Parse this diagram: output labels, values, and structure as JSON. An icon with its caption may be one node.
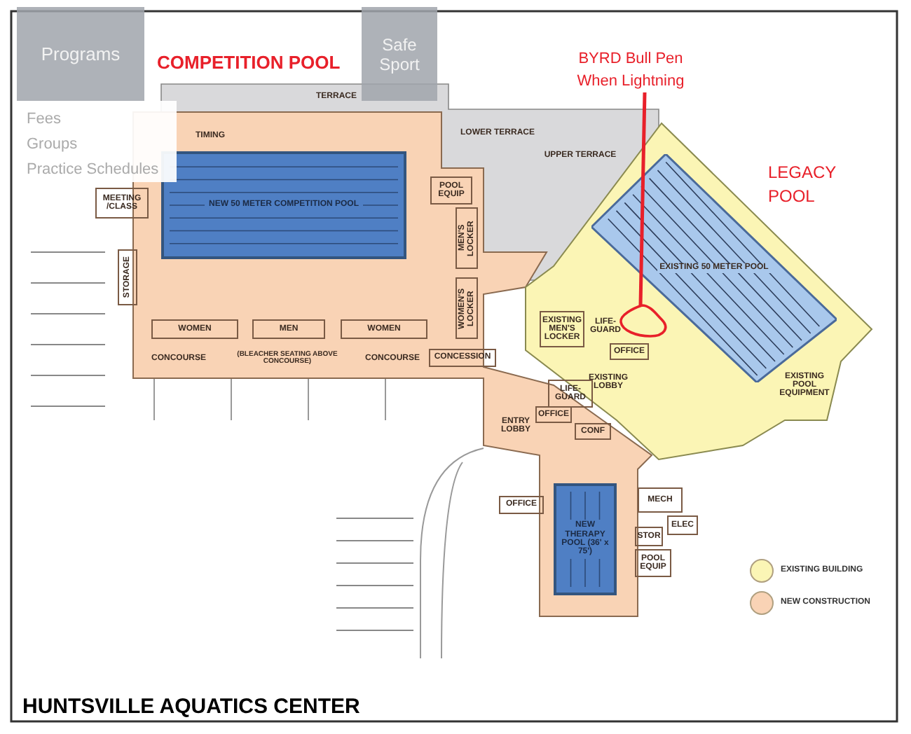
{
  "diagram": {
    "title": "HUNTSVILLE AQUATICS CENTER",
    "nodes": [
      {
        "text": [
          "Programs"
        ]
      },
      {
        "text": [
          "Fees",
          "Groups",
          "Practice Schedules"
        ]
      },
      {
        "text": [
          "Safe Sport"
        ]
      },
      {
        "text": [
          "TERRACE"
        ]
      },
      {
        "text": [
          "TIMING"
        ]
      },
      {
        "text": [
          "MEETING /CLASS"
        ]
      },
      {
        "text": [
          "NEW 50 METER COMPETITION POOL"
        ]
      },
      {
        "text": [
          "LOWER TERRACE"
        ]
      },
      {
        "text": [
          "UPPER TERRACE"
        ]
      },
      {
        "text": [
          "POOL EQUIP"
        ]
      },
      {
        "text": [
          "MEN'S LOCKER"
        ]
      },
      {
        "text": [
          "STORAGE"
        ]
      },
      {
        "text": [
          "WOMEN'S LOCKER"
        ]
      },
      {
        "text": [
          "WOMEN"
        ]
      },
      {
        "text": [
          "MEN"
        ]
      },
      {
        "text": [
          "WOMEN"
        ]
      },
      {
        "text": [
          "CONCOURSE"
        ]
      },
      {
        "text": [
          "(BLEACHER SEATING ABOVE CONCOURSE)"
        ]
      },
      {
        "text": [
          "CONCOURSE"
        ]
      },
      {
        "text": [
          "CONCESSION"
        ]
      },
      {
        "text": [
          "BYRD Bull Pen When Lightning"
        ]
      },
      {
        "text": [
          "EXISTING 50 METER POOL"
        ]
      },
      {
        "text": [
          "EXISTING MEN'S LOCKER"
        ]
      },
      {
        "text": [
          "LIFE-GUARD"
        ]
      },
      {
        "text": [],
        "shape": "circle"
      },
      {
        "text": [
          "OFFICE"
        ]
      },
      {
        "text": [
          "EXISTING LOBBY"
        ]
      },
      {
        "text": [
          "EXISTING POOL EQUIPMENT"
        ]
      },
      {
        "text": [
          "LIFE-GUARD"
        ]
      },
      {
        "text": [
          "OFFICE"
        ]
      },
      {
        "text": [
          "ENTRY LOBBY"
        ]
      },
      {
        "text": [
          "CONF"
        ]
      },
      {
        "text": [
          "MECH"
        ]
      },
      {
        "text": [
          "ELEC"
        ]
      },
      {
        "text": [
          "OFFICE"
        ]
      },
      {
        "text": [
          "NEW THERAPY POOL (36' x 75')"
        ]
      },
      {
        "text": [
          "STOR"
        ]
      },
      {
        "text": [
          "POOL EQUIP"
        ]
      }
    ],
    "edges": [
      {
        "from": 20,
        "to": 24,
        "arrow": "none",
        "color": "#e8202a"
      }
    ],
    "labels": [
      "COMPETITION POOL",
      "LEGACY POOL"
    ],
    "legend": [
      {
        "text": "EXISTING BUILDING",
        "color": "#fbf5b5"
      },
      {
        "text": "NEW CONSTRUCTION",
        "color": "#f9d3b5"
      }
    ]
  }
}
